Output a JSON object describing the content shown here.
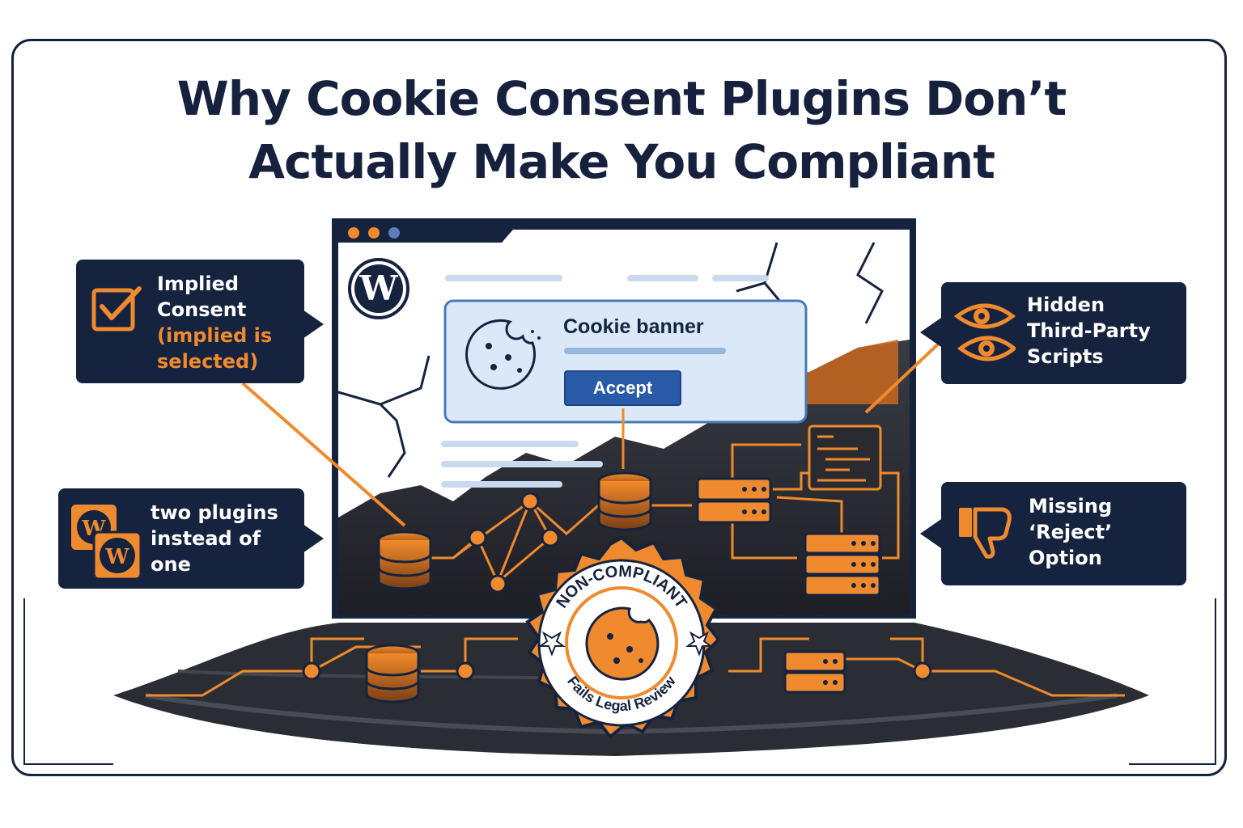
{
  "title": {
    "line1": "Why Cookie Consent Plugins Don’t",
    "line2": "Actually Make You Compliant"
  },
  "callouts": {
    "implied_consent": {
      "line1": "Implied",
      "line2": "Consent",
      "line3": "(implied is",
      "line4": "selected)",
      "icon": "checkbox-icon"
    },
    "two_plugins": {
      "line1": "two plugins",
      "line2": "instead of",
      "line3": "one",
      "icon": "wordpress-icon"
    },
    "hidden_scripts": {
      "line1": "Hidden",
      "line2": "Third-Party",
      "line3": "Scripts",
      "icon": "eye-icon"
    },
    "missing_reject": {
      "line1": "Missing",
      "line2": "‘Reject’",
      "line3": "Option",
      "icon": "thumbs-down-icon"
    }
  },
  "browser": {
    "logo_icon": "wordpress-icon",
    "banner_title": "Cookie banner",
    "accept_label": "Accept",
    "cookie_icon": "cookie-icon"
  },
  "badge": {
    "top_text": "NON-COMPLIANT",
    "bottom_text": "Fails Legal Review",
    "icon": "bitten-cookie-icon"
  },
  "colors": {
    "navy": "#16233f",
    "orange": "#ef8a2e",
    "light_blue": "#dbe8f7",
    "button_blue": "#285aa8",
    "dark_rock": "#2e3038"
  }
}
